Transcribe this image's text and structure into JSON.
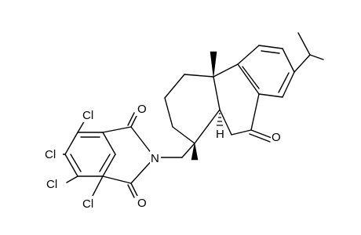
{
  "molecule": {
    "atoms": {
      "cl1": "Cl",
      "cl2": "Cl",
      "cl3": "Cl",
      "cl4": "Cl",
      "o1": "O",
      "o2": "O",
      "n1": "N",
      "o3": "O"
    },
    "stereo_labels": {
      "h1": "H"
    }
  }
}
